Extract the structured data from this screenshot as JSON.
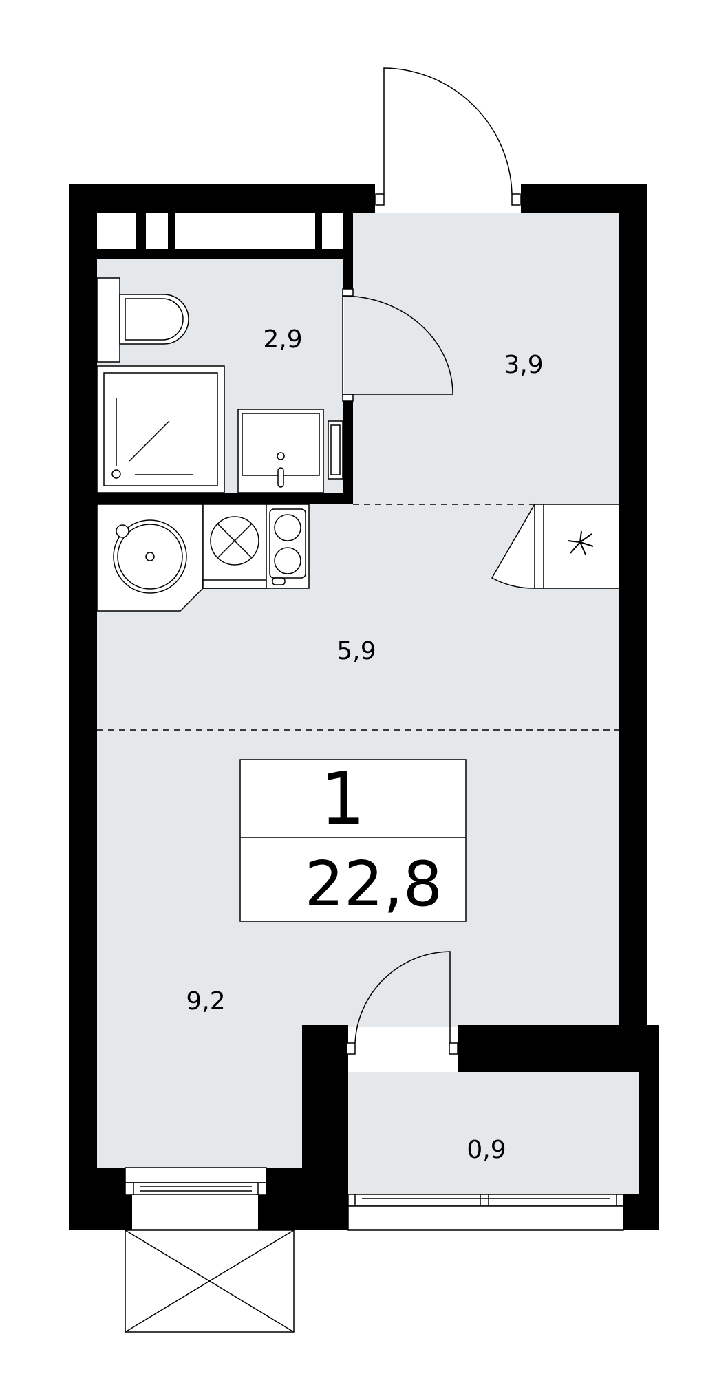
{
  "rooms": {
    "bathroom_area": "2,9",
    "hallway_area": "3,9",
    "kitchen_area": "5,9",
    "living_area": "9,2",
    "balcony_area": "0,9"
  },
  "summary": {
    "room_count": "1",
    "total_area": "22,8"
  },
  "colors": {
    "wall": "#000000",
    "floor": "#e5e8eb",
    "line": "#000000",
    "background": "#ffffff"
  }
}
